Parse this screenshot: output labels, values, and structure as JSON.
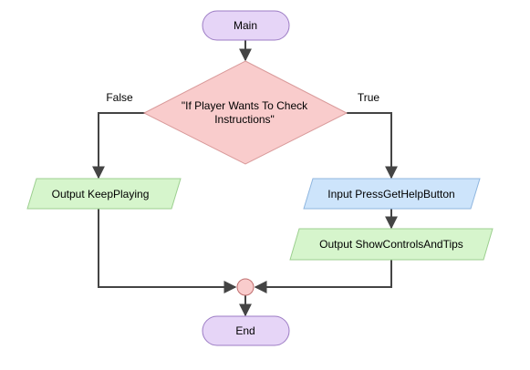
{
  "flowchart": {
    "start": {
      "label": "Main"
    },
    "decision": {
      "line1": "\"If Player Wants To Check",
      "line2": "Instructions\""
    },
    "false_label": "False",
    "true_label": "True",
    "output_false": {
      "label": "Output KeepPlaying"
    },
    "input_true": {
      "label": "Input PressGetHelpButton"
    },
    "output_true": {
      "label": "Output ShowControlsAndTips"
    },
    "end": {
      "label": "End"
    }
  },
  "colors": {
    "terminal_fill": "#e6d5f7",
    "terminal_stroke": "#9c7cc4",
    "decision_fill": "#f9cccc",
    "decision_stroke": "#d99a9a",
    "output_fill": "#d6f5cc",
    "output_stroke": "#9ccf8f",
    "input_fill": "#cde4fb",
    "input_stroke": "#8fb6df",
    "connector_fill": "#f9cccc",
    "connector_stroke": "#c07070",
    "line": "#444444"
  }
}
